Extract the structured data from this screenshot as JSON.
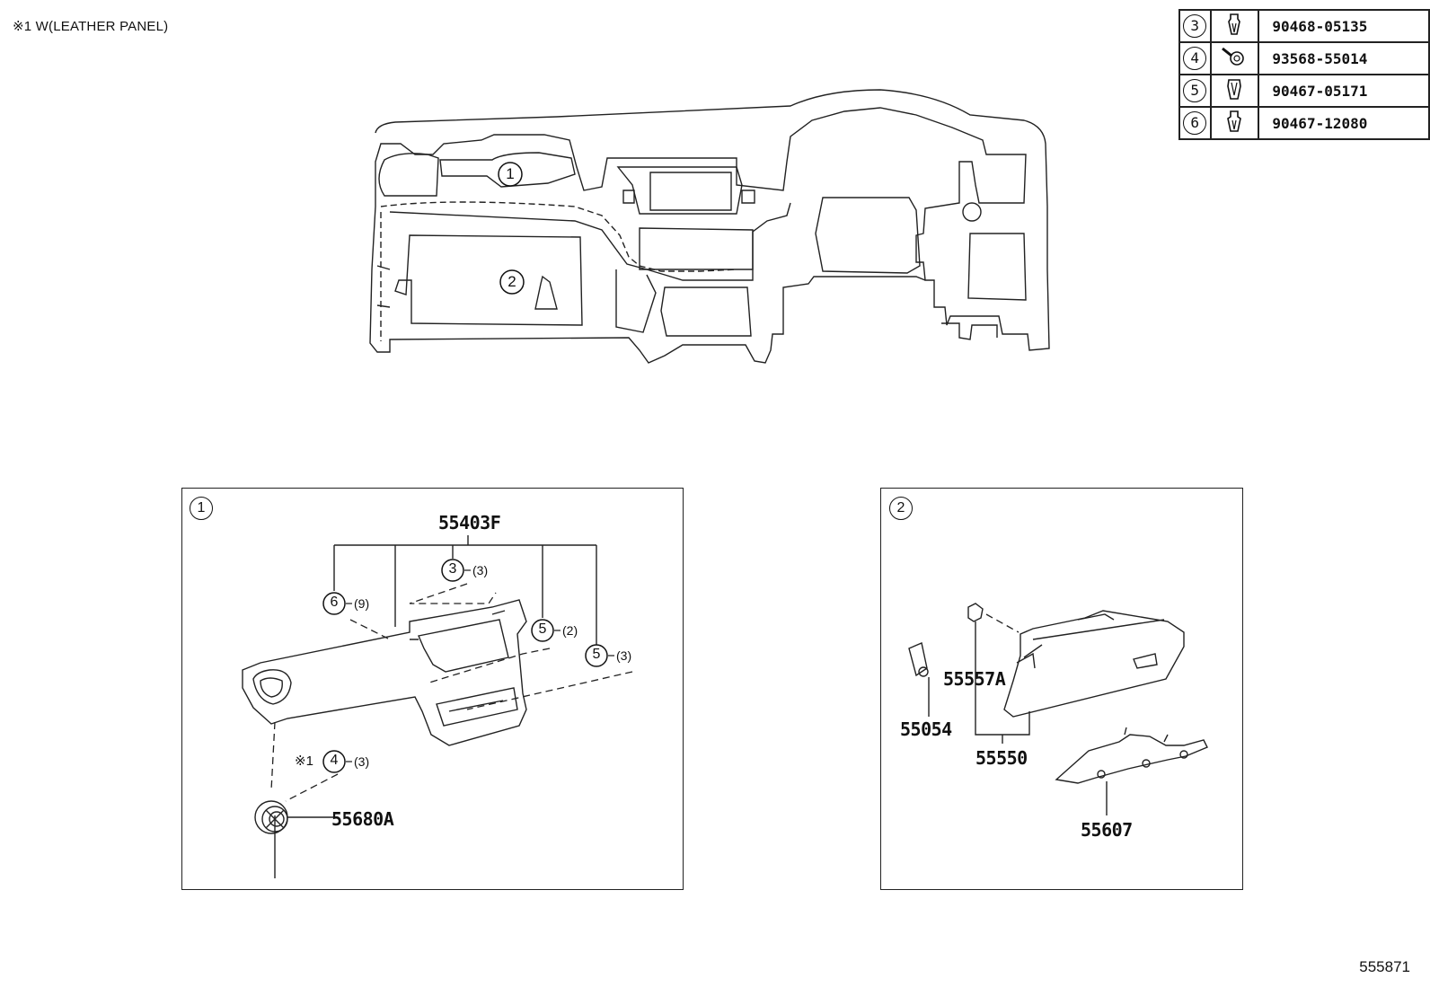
{
  "note": "※1 W(LEATHER PANEL)",
  "document_number": "555871",
  "legend": [
    {
      "ref": "3",
      "part_number": "90468-05135",
      "icon": "clip-icon"
    },
    {
      "ref": "4",
      "part_number": "93568-55014",
      "icon": "screw-icon"
    },
    {
      "ref": "5",
      "part_number": "90467-05171",
      "icon": "clip-icon"
    },
    {
      "ref": "6",
      "part_number": "90467-12080",
      "icon": "clip-icon"
    }
  ],
  "overview": {
    "callout_1": "1",
    "callout_2": "2"
  },
  "panel1": {
    "number": "1",
    "main_part": "55403F",
    "callouts": [
      {
        "ref": "3",
        "qty": "(3)"
      },
      {
        "ref": "6",
        "qty": "(9)"
      },
      {
        "ref": "5",
        "qty": "(2)"
      },
      {
        "ref": "5",
        "qty": "(3)"
      },
      {
        "ref": "4",
        "qty": "(3)"
      }
    ],
    "note_mark": "※1",
    "vent_part": "55680A"
  },
  "panel2": {
    "number": "2",
    "parts": [
      "55557A",
      "55054",
      "55550",
      "55607"
    ]
  }
}
